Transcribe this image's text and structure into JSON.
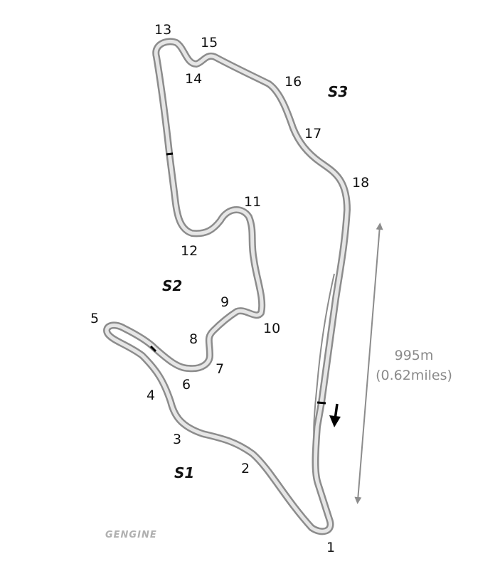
{
  "corners": [
    {
      "id": "1",
      "label": "1"
    },
    {
      "id": "2",
      "label": "2"
    },
    {
      "id": "3",
      "label": "3"
    },
    {
      "id": "4",
      "label": "4"
    },
    {
      "id": "5",
      "label": "5"
    },
    {
      "id": "6",
      "label": "6"
    },
    {
      "id": "7",
      "label": "7"
    },
    {
      "id": "8",
      "label": "8"
    },
    {
      "id": "9",
      "label": "9"
    },
    {
      "id": "10",
      "label": "10"
    },
    {
      "id": "11",
      "label": "11"
    },
    {
      "id": "12",
      "label": "12"
    },
    {
      "id": "13",
      "label": "13"
    },
    {
      "id": "14",
      "label": "14"
    },
    {
      "id": "15",
      "label": "15"
    },
    {
      "id": "16",
      "label": "16"
    },
    {
      "id": "17",
      "label": "17"
    },
    {
      "id": "18",
      "label": "18"
    }
  ],
  "sectors": [
    "S1",
    "S2",
    "S3"
  ],
  "straight_length": {
    "meters": "995m",
    "miles": "(0.62miles)"
  },
  "logo": "GENGINE",
  "colors": {
    "track_edge": "#8c8c8c",
    "track_surface": "#e6e6e6",
    "length_arrow": "#8c8c8c",
    "direction_arrow": "#000000"
  },
  "icons": {
    "direction": "direction-arrow-icon",
    "length": "double-headed-arrow-icon"
  }
}
